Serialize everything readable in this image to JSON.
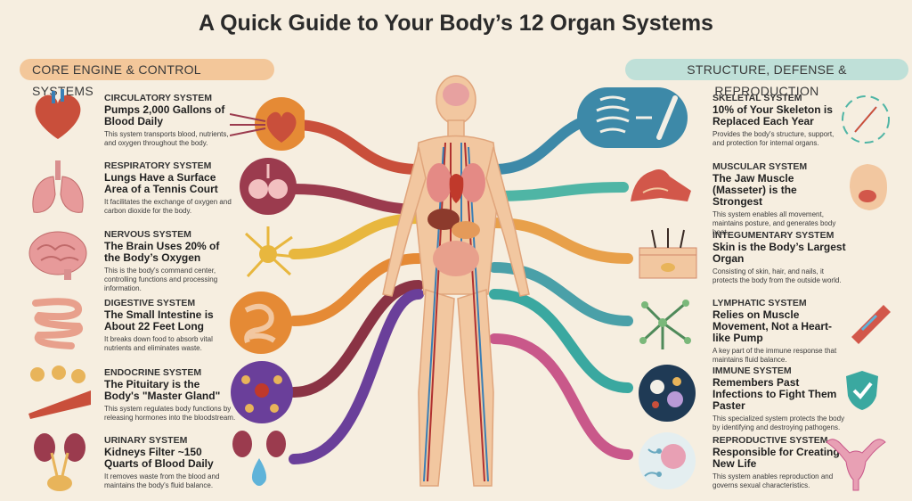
{
  "title": "A Quick Guide to Your Body’s 12 Organ Systems",
  "left_header": "CORE ENGINE & CONTROL SYSTEMS",
  "right_header": "STRUCTURE, DEFENSE & REPRODUCTION",
  "left_systems": [
    {
      "name": "CIRCULATORY SYSTEM",
      "fact": "Pumps 2,000 Gallons of Blood Daily",
      "desc": "This system transports blood, nutrients, and oxygen throughout the body.",
      "icon": "heart-icon",
      "color": "#c94f3b"
    },
    {
      "name": "RESPIRATORY SYSTEM",
      "fact": "Lungs Have a Surface Area of a Tennis Court",
      "desc": "It facilitates the exchange of oxygen and carbon dioxide for the body.",
      "icon": "lungs-icon",
      "color": "#9b3b4e"
    },
    {
      "name": "NERVOUS SYSTEM",
      "fact": "The Brain Uses 20% of the Body’s Oxygen",
      "desc": "This is the body's command center, controlling functions and processing information.",
      "icon": "brain-icon",
      "color": "#e8b73e"
    },
    {
      "name": "DIGESTIVE SYSTEM",
      "fact": "The Small Intestine is About 22 Feet Long",
      "desc": "It breaks down food to absorb vital nutrients and eliminates waste.",
      "icon": "intestine-icon",
      "color": "#e58a35"
    },
    {
      "name": "ENDOCRINE SYSTEM",
      "fact": "The Pituitary is the Body's \"Master Gland\"",
      "desc": "This system regulates body functions by releasing hormones into the bloodstream.",
      "icon": "gland-icon",
      "color": "#8a3344"
    },
    {
      "name": "URINARY SYSTEM",
      "fact": "Kidneys Filter ~150 Quarts of Blood Daily",
      "desc": "It removes waste from the blood and maintains the body's fluid balance.",
      "icon": "kidney-icon",
      "color": "#6a3f9a"
    }
  ],
  "right_systems": [
    {
      "name": "SKELETAL SYSTEM",
      "fact": "10% of Your Skeleton is Replaced Each Year",
      "desc": "Provides the body's structure, support, and protection for internal organs.",
      "icon": "bone-icon",
      "color": "#3d89a8"
    },
    {
      "name": "MUSCULAR SYSTEM",
      "fact": "The Jaw Muscle (Masseter) is the Strongest",
      "desc": "This system enables all movement, maintains posture, and generates body heat.",
      "icon": "muscle-icon",
      "color": "#4fb5a5"
    },
    {
      "name": "INTEGUMENTARY SYSTEM",
      "fact": "Skin is the Body’s Largest Organ",
      "desc": "Consisting of skin, hair, and nails, it protects the body from the outside world.",
      "icon": "skin-icon",
      "color": "#e8a04a"
    },
    {
      "name": "LYMPHATIC SYSTEM",
      "fact": "Relies on Muscle Movement, Not a Heart-like Pump",
      "desc": "A key part of the immune response that maintains fluid balance.",
      "icon": "lymph-icon",
      "color": "#4aa0a8"
    },
    {
      "name": "IMMUNE SYSTEM",
      "fact": "Remembers Past Infections to Fight Them Paster",
      "desc": "This specialized system protects the body by identifying and destroying pathogens.",
      "icon": "shield-icon",
      "color": "#3aa8a0"
    },
    {
      "name": "REPRODUCTIVE SYSTEM",
      "fact": "Responsible for Creating New Life",
      "desc": "This system anables reproduction and governs sexual characteristics.",
      "icon": "uterus-icon",
      "color": "#c9588a"
    }
  ]
}
